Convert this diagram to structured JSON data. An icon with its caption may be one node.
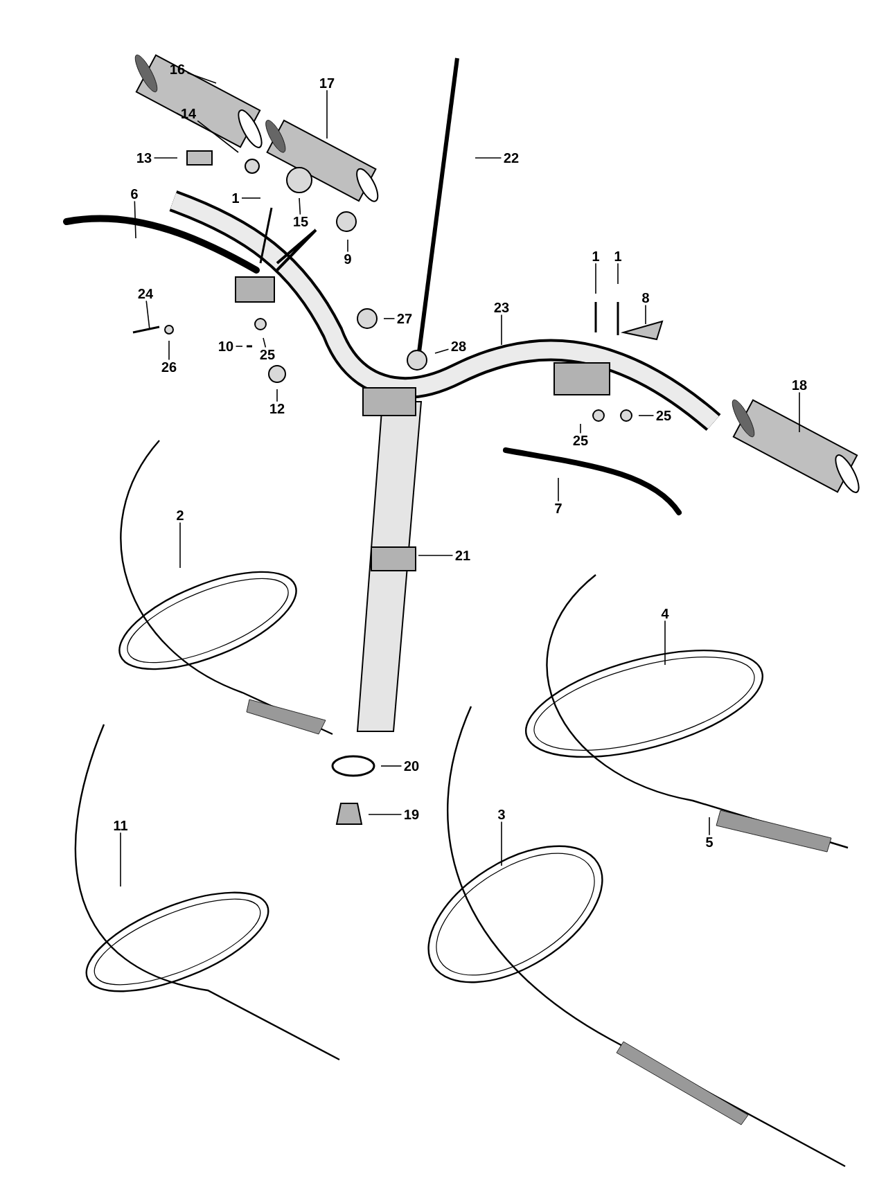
{
  "diagram": {
    "nodes": [
      {
        "text": [
          "16"
        ]
      },
      {
        "text": [
          "17"
        ]
      },
      {
        "text": [
          "22"
        ]
      },
      {
        "text": [
          "14"
        ]
      },
      {
        "text": [
          "13"
        ]
      },
      {
        "text": [
          "6"
        ]
      },
      {
        "text": [
          "1"
        ]
      },
      {
        "text": [
          "15"
        ]
      },
      {
        "text": [
          "9"
        ]
      },
      {
        "text": [
          "1"
        ]
      },
      {
        "text": [
          "1"
        ]
      },
      {
        "text": [
          "24"
        ]
      },
      {
        "text": [
          "27"
        ]
      },
      {
        "text": [
          "8"
        ]
      },
      {
        "text": [
          "10"
        ]
      },
      {
        "text": [
          "25"
        ]
      },
      {
        "text": [
          "23"
        ]
      },
      {
        "text": [
          "26"
        ]
      },
      {
        "text": [
          "28"
        ]
      },
      {
        "text": [
          "12"
        ]
      },
      {
        "text": [
          "18"
        ]
      },
      {
        "text": [
          "25"
        ]
      },
      {
        "text": [
          "25"
        ]
      },
      {
        "text": [
          "7"
        ]
      },
      {
        "text": [
          "2"
        ]
      },
      {
        "text": [
          "21"
        ]
      },
      {
        "text": [
          "4"
        ]
      },
      {
        "text": [
          "20"
        ]
      },
      {
        "text": [
          "19"
        ]
      },
      {
        "text": [
          "3"
        ]
      },
      {
        "text": [
          "11"
        ]
      },
      {
        "text": [
          "5"
        ]
      }
    ],
    "edges": [
      {
        "from": 0,
        "to": null,
        "arrow": "none"
      },
      {
        "from": 1,
        "to": null,
        "arrow": "none"
      },
      {
        "from": 2,
        "to": null,
        "arrow": "none"
      },
      {
        "from": 3,
        "to": null,
        "arrow": "none"
      },
      {
        "from": 4,
        "to": null,
        "arrow": "none"
      },
      {
        "from": 5,
        "to": null,
        "arrow": "none"
      },
      {
        "from": 6,
        "to": null,
        "arrow": "none"
      },
      {
        "from": 7,
        "to": null,
        "arrow": "none"
      },
      {
        "from": 8,
        "to": null,
        "arrow": "none"
      },
      {
        "from": 9,
        "to": null,
        "arrow": "none"
      },
      {
        "from": 10,
        "to": null,
        "arrow": "none"
      },
      {
        "from": 11,
        "to": null,
        "arrow": "none"
      },
      {
        "from": 12,
        "to": null,
        "arrow": "none"
      },
      {
        "from": 13,
        "to": null,
        "arrow": "none"
      },
      {
        "from": 14,
        "to": null,
        "arrow": "none"
      },
      {
        "from": 15,
        "to": null,
        "arrow": "none"
      },
      {
        "from": 16,
        "to": null,
        "arrow": "none"
      },
      {
        "from": 17,
        "to": null,
        "arrow": "none"
      },
      {
        "from": 18,
        "to": null,
        "arrow": "none"
      },
      {
        "from": 19,
        "to": null,
        "arrow": "none"
      },
      {
        "from": 20,
        "to": null,
        "arrow": "none"
      },
      {
        "from": 21,
        "to": null,
        "arrow": "none"
      },
      {
        "from": 22,
        "to": null,
        "arrow": "none"
      },
      {
        "from": 23,
        "to": null,
        "arrow": "none"
      },
      {
        "from": 24,
        "to": null,
        "arrow": "none"
      },
      {
        "from": 25,
        "to": null,
        "arrow": "none"
      },
      {
        "from": 26,
        "to": null,
        "arrow": "none"
      },
      {
        "from": 27,
        "to": null,
        "arrow": "none"
      },
      {
        "from": 28,
        "to": null,
        "arrow": "none"
      },
      {
        "from": 29,
        "to": null,
        "arrow": "none"
      },
      {
        "from": 30,
        "to": null,
        "arrow": "none"
      },
      {
        "from": 31,
        "to": null,
        "arrow": "none"
      }
    ]
  }
}
